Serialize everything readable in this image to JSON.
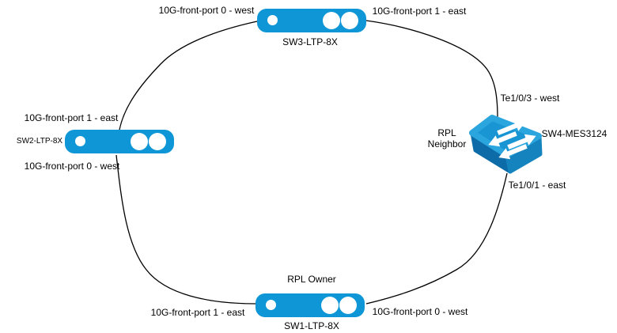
{
  "diagram_type": "ethernet-ring-topology",
  "nodes": {
    "sw1": {
      "name": "SW1-LTP-8X",
      "role": "RPL Owner"
    },
    "sw2": {
      "name": "SW2-LTP-8X"
    },
    "sw3": {
      "name": "SW3-LTP-8X"
    },
    "sw4": {
      "name": "SW4-MES3124",
      "role": "RPL\nNeighbor",
      "port_west": "Te1/0/3 - west",
      "port_east": "Te1/0/1 - east"
    }
  },
  "ports": {
    "sw3_west": "10G-front-port 0 - west",
    "sw3_east": "10G-front-port 1 - east",
    "sw2_east": "10G-front-port 1 - east",
    "sw2_west": "10G-front-port 0 - west",
    "sw1_east": "10G-front-port 1 - east",
    "sw1_west": "10G-front-port 0 - west"
  },
  "colors": {
    "device_blue": "#0e96d6",
    "icon_top_blue": "#1995d3",
    "icon_rim_blue": "#2aa5dd",
    "icon_left_face": "#0d6ca7",
    "icon_right_face": "#1583be",
    "edge_line": "#000000",
    "background": "#ffffff"
  }
}
